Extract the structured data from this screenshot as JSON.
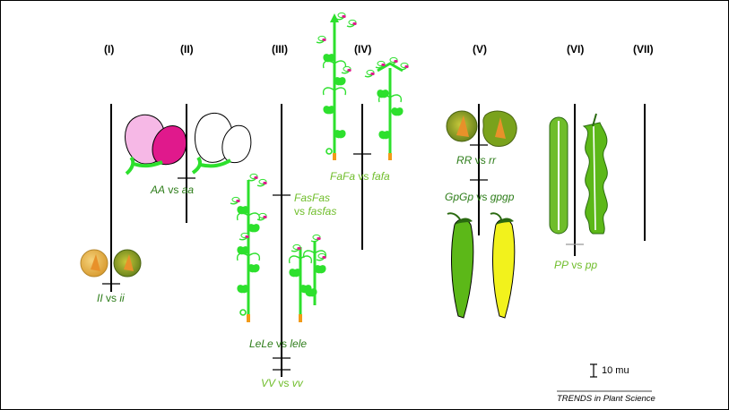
{
  "chromosomes": [
    {
      "label": "(I)"
    },
    {
      "label": "(II)"
    },
    {
      "label": "(III)"
    },
    {
      "label": "(IV)"
    },
    {
      "label": "(V)"
    },
    {
      "label": "(VI)"
    },
    {
      "label": "(VII)"
    }
  ],
  "genes": {
    "I": {
      "dom": "II",
      "vs": "vs",
      "rec": "ii"
    },
    "A": {
      "dom": "AA",
      "vs": "vs",
      "rec": "aa"
    },
    "Fas": {
      "dom": "FasFas",
      "vs": "vs",
      "rec": "fasfas"
    },
    "Le": {
      "dom": "LeLe",
      "vs": "vs",
      "rec": "lele"
    },
    "V": {
      "dom": "VV",
      "vs": "vs",
      "rec": "vv"
    },
    "Fa": {
      "dom": "FaFa",
      "vs": "vs",
      "rec": "fafa"
    },
    "R": {
      "dom": "RR",
      "vs": "vs",
      "rec": "rr"
    },
    "Gp": {
      "dom": "GpGp",
      "vs": "vs",
      "rec": "gpgp"
    },
    "P": {
      "dom": "PP",
      "vs": "vs",
      "rec": "pp"
    }
  },
  "scale_bar": {
    "label": "10 mu"
  },
  "credit": "TRENDS in Plant Science",
  "colors": {
    "dark_green": "#2e7d1a",
    "light_green": "#6fbd2a",
    "plant_green": "#2de02d",
    "flower_pink": "#e0198c",
    "pink_light": "#f6b8e6",
    "pod_yellow": "#f2f21c"
  }
}
